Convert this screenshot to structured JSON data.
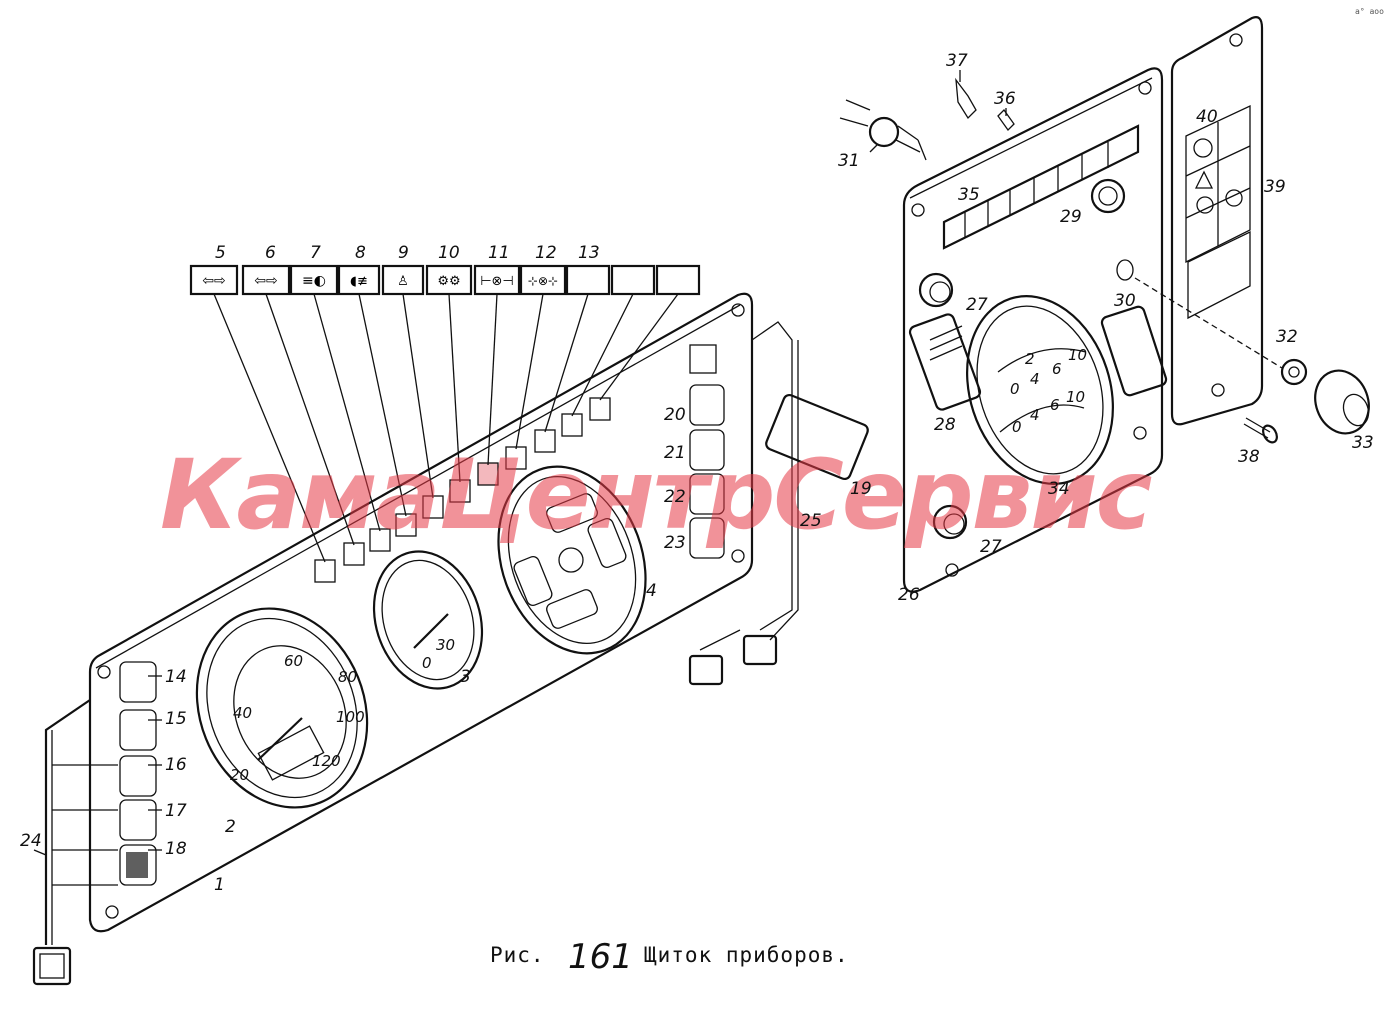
{
  "figure": {
    "caption_prefix": "Рис.",
    "caption_number": "161",
    "caption_title": "Щиток приборов.",
    "watermark": "КамаЦентрСервис",
    "corner_mark": "а° аоо"
  },
  "speedometer_scale": [
    "20",
    "40",
    "60",
    "80",
    "100",
    "120"
  ],
  "tachometer_scale": [
    "0",
    "30"
  ],
  "gauge_34_scale_upper": [
    "0",
    "4",
    "6",
    "10",
    "2"
  ],
  "gauge_34_scale_lower": [
    "0",
    "4",
    "6",
    "10"
  ],
  "callouts": {
    "c1": "1",
    "c2": "2",
    "c3": "3",
    "c4": "4",
    "c5": "5",
    "c6": "6",
    "c7": "7",
    "c8": "8",
    "c9": "9",
    "c10": "10",
    "c11": "11",
    "c12": "12",
    "c13": "13",
    "c14": "14",
    "c15": "15",
    "c16": "16",
    "c17": "17",
    "c18": "18",
    "c19": "19",
    "c20": "20",
    "c21": "21",
    "c22": "22",
    "c23": "23",
    "c24": "24",
    "c25": "25",
    "c26": "26",
    "c27a": "27",
    "c27b": "27",
    "c28": "28",
    "c29": "29",
    "c30": "30",
    "c31": "31",
    "c32": "32",
    "c33": "33",
    "c34": "34",
    "c35": "35",
    "c36": "36",
    "c37": "37",
    "c38": "38",
    "c39": "39",
    "c40": "40"
  }
}
